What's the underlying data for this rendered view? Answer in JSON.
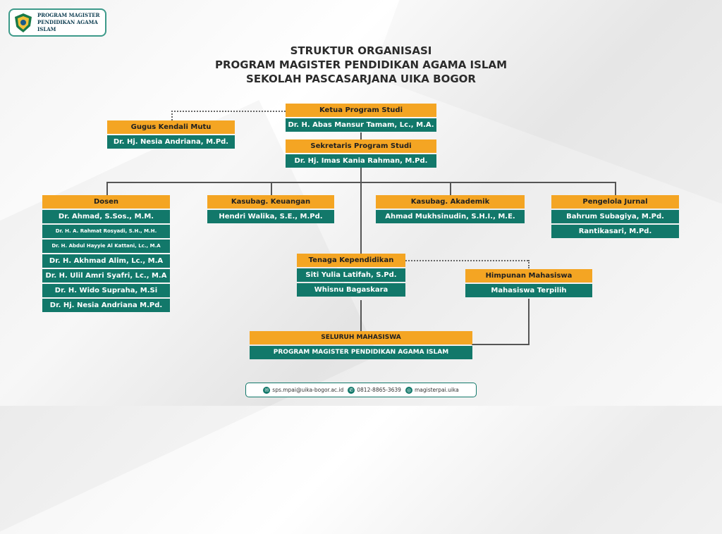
{
  "logo": {
    "line1": "PROGRAM MAGISTER",
    "line2": "PENDIDIKAN AGAMA ISLAM",
    "emblem_icon": "shield-emblem-icon"
  },
  "title": {
    "line1": "STRUKTUR ORGANISASI",
    "line2": "PROGRAM MAGISTER PENDIDIKAN AGAMA ISLAM",
    "line3": "SEKOLAH PASCASARJANA UIKA BOGOR"
  },
  "ketua": {
    "title": "Ketua Program Studi",
    "name": "Dr. H. Abas Mansur Tamam, Lc., M.A."
  },
  "gugus": {
    "title": "Gugus Kendali Mutu",
    "name": "Dr. Hj. Nesia Andriana, M.Pd."
  },
  "sekretaris": {
    "title": "Sekretaris Program Studi",
    "name": "Dr. Hj. Imas Kania Rahman, M.Pd."
  },
  "dosen": {
    "title": "Dosen",
    "members": [
      "Dr. Ahmad, S.Sos., M.M.",
      "Dr. H. A. Rahmat Rosyadi, S.H., M.H.",
      "Dr. H. Abdul Hayyie Al Kattani, Lc., M.A",
      "Dr. H. Akhmad Alim, Lc., M.A",
      "Dr. H. Ulil Amri Syafri, Lc., M.A",
      "Dr. H. Wido Supraha, M.Si",
      "Dr. Hj. Nesia Andriana M.Pd."
    ]
  },
  "keuangan": {
    "title": "Kasubag. Keuangan",
    "name": "Hendri Walika, S.E., M.Pd."
  },
  "akademik": {
    "title": "Kasubag. Akademik",
    "name": "Ahmad Mukhsinudin, S.H.I., M.E."
  },
  "jurnal": {
    "title": "Pengelola Jurnal",
    "members": [
      "Bahrum Subagiya, M.Pd.",
      "Rantikasari, M.Pd."
    ]
  },
  "tendik": {
    "title": "Tenaga Kependidikan",
    "members": [
      "Siti Yulia Latifah, S.Pd.",
      "Whisnu Bagaskara"
    ]
  },
  "himpunan": {
    "title": "Himpunan Mahasiswa",
    "name": "Mahasiswa Terpilih"
  },
  "mahasiswa": {
    "title": "SELURUH MAHASISWA",
    "name": "PROGRAM MAGISTER PENDIDIKAN AGAMA ISLAM"
  },
  "footer": {
    "email": "sps.mpai@uika-bogor.ac.id",
    "phone": "0812-8865-3639",
    "social": "magisterpai.uika",
    "email_icon": "email-icon",
    "phone_icon": "whatsapp-icon",
    "social_icon": "instagram-icon"
  },
  "colors": {
    "header": "#f4a523",
    "body": "#12786a",
    "accent": "#3d9a8a"
  }
}
